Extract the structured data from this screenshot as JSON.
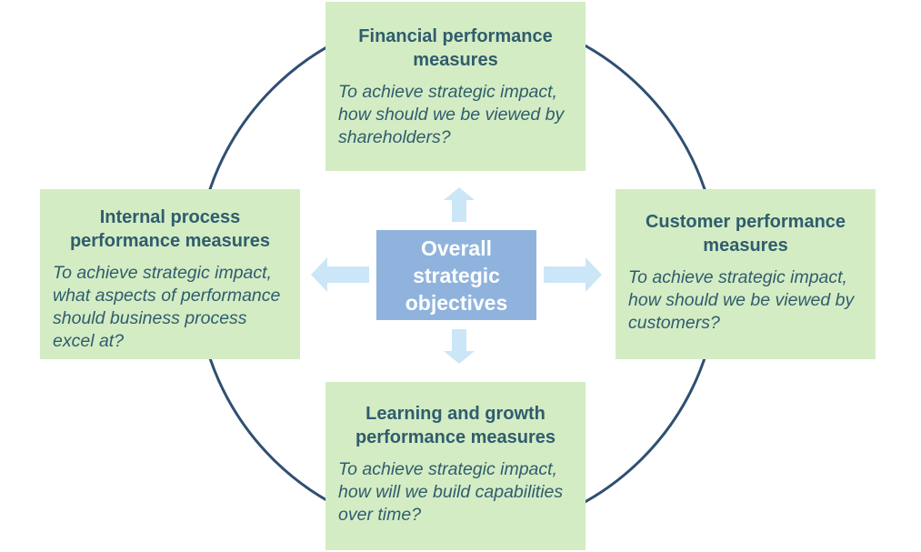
{
  "center": {
    "label": "Overall strategic objectives"
  },
  "boxes": {
    "financial": {
      "title": "Financial performance measures",
      "question": "To achieve strategic impact, how should we be viewed by shareholders?"
    },
    "internal": {
      "title": "Internal process performance measures",
      "question": "To achieve strategic impact, what aspects of performance should business process excel at?"
    },
    "customer": {
      "title": "Customer performance measures",
      "question": "To achieve strategic impact, how should we be viewed by customers?"
    },
    "learning": {
      "title": "Learning and growth performance measures",
      "question": "To achieve strategic impact, how will we build capabilities over time?"
    }
  },
  "colors": {
    "box_fill": "#d4ecc4",
    "box_text": "#2f5d6e",
    "center_fill": "#8fb3dd",
    "center_text": "#ffffff",
    "circle_stroke": "#2f4f72",
    "arrow_fill": "#cbe6f6"
  }
}
